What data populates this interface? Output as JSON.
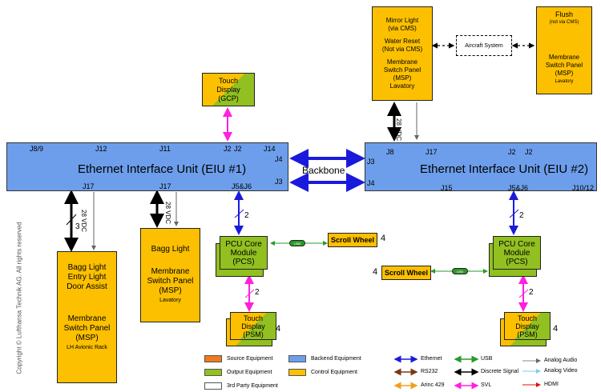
{
  "eiu1": {
    "title": "Ethernet Interface Unit (EIU #1)",
    "top_ports": [
      "J8/9",
      "J12",
      "J11",
      "J2",
      "J2",
      "J14"
    ],
    "right_ports": [
      "J4",
      "J3"
    ],
    "bottom_ports": [
      "J17",
      "J17",
      "J5&J6"
    ]
  },
  "eiu2": {
    "title": "Ethernet Interface Unit (EIU #2)",
    "top_ports": [
      "J8",
      "J17",
      "J2",
      "J2"
    ],
    "left_ports": [
      "J3",
      "J4"
    ],
    "bottom_ports": [
      "J15",
      "J5&J6",
      "J10/12"
    ]
  },
  "backbone_label": "Backbone",
  "touch_gcp": {
    "line1": "Touch",
    "line2": "Display",
    "line3": "(GCP)"
  },
  "lav_panel": {
    "l1": "Mirror Light",
    "l2": "(via CMS)",
    "l3": "Water Reset",
    "l4": "(Not via CMS)",
    "l5": "Membrane",
    "l6": "Switch Panel",
    "l7": "(MSP)",
    "l8": "Lavatory"
  },
  "aircraft_system": "Aircraft System",
  "flush_panel": {
    "l1": "Flush",
    "l2": "(not via CMS)",
    "l3": "Membrane",
    "l4": "Switch Panel",
    "l5": "(MSP)",
    "l6": "Lavatory"
  },
  "vdc_label": "28 VDC",
  "bundle_count_3": "3",
  "bundle_count_2": "2",
  "bagg_panel_1": {
    "l1": "Bagg Light",
    "l2": "Entry Light",
    "l3": "Door Assist",
    "l4": "Membrane",
    "l5": "Switch Panel",
    "l6": "(MSP)",
    "l7": "LH Avionic Rack"
  },
  "bagg_panel_2": {
    "l1": "Bagg Light",
    "l2": "Membrane",
    "l3": "Switch Panel",
    "l4": "(MSP)",
    "l5": "Lavatory"
  },
  "pcu": {
    "l1": "PCU Core",
    "l2": "Module",
    "l3": "(PCS)"
  },
  "usb_tag": "USB",
  "scroll_wheel": "Scroll Wheel",
  "count_4": "4",
  "touch_psm": {
    "l1": "Touch",
    "l2": "Display",
    "l3": "(PSM)"
  },
  "copyright": "Copyright © Lufthansa Technik AG. All rights reserved",
  "legend": {
    "source": "Source Equipment",
    "backend": "Backend Equipment",
    "output": "Output Equipment",
    "control": "Control Equipment",
    "third": "3rd Party Equipment",
    "ethernet": "Ethernet",
    "usb": "USB",
    "rs232": "RS232",
    "discrete": "Discrete Signal",
    "arinc": "Arinc 429",
    "svl": "SVL",
    "analog_audio": "Analog Audio",
    "analog_video": "Analog Video",
    "hdmi": "HDMI"
  },
  "colors": {
    "backend": "#6d9eeb",
    "control": "#fcc000",
    "output": "#92c020",
    "source": "#f07820",
    "ethernet": "#1a1adc",
    "svl": "#ff20e0",
    "usb": "#2a9a2a",
    "rs232": "#7a3a10",
    "arinc": "#f0a020",
    "analog_audio": "#888888",
    "analog_video": "#80c8f0",
    "hdmi": "#e01010"
  }
}
